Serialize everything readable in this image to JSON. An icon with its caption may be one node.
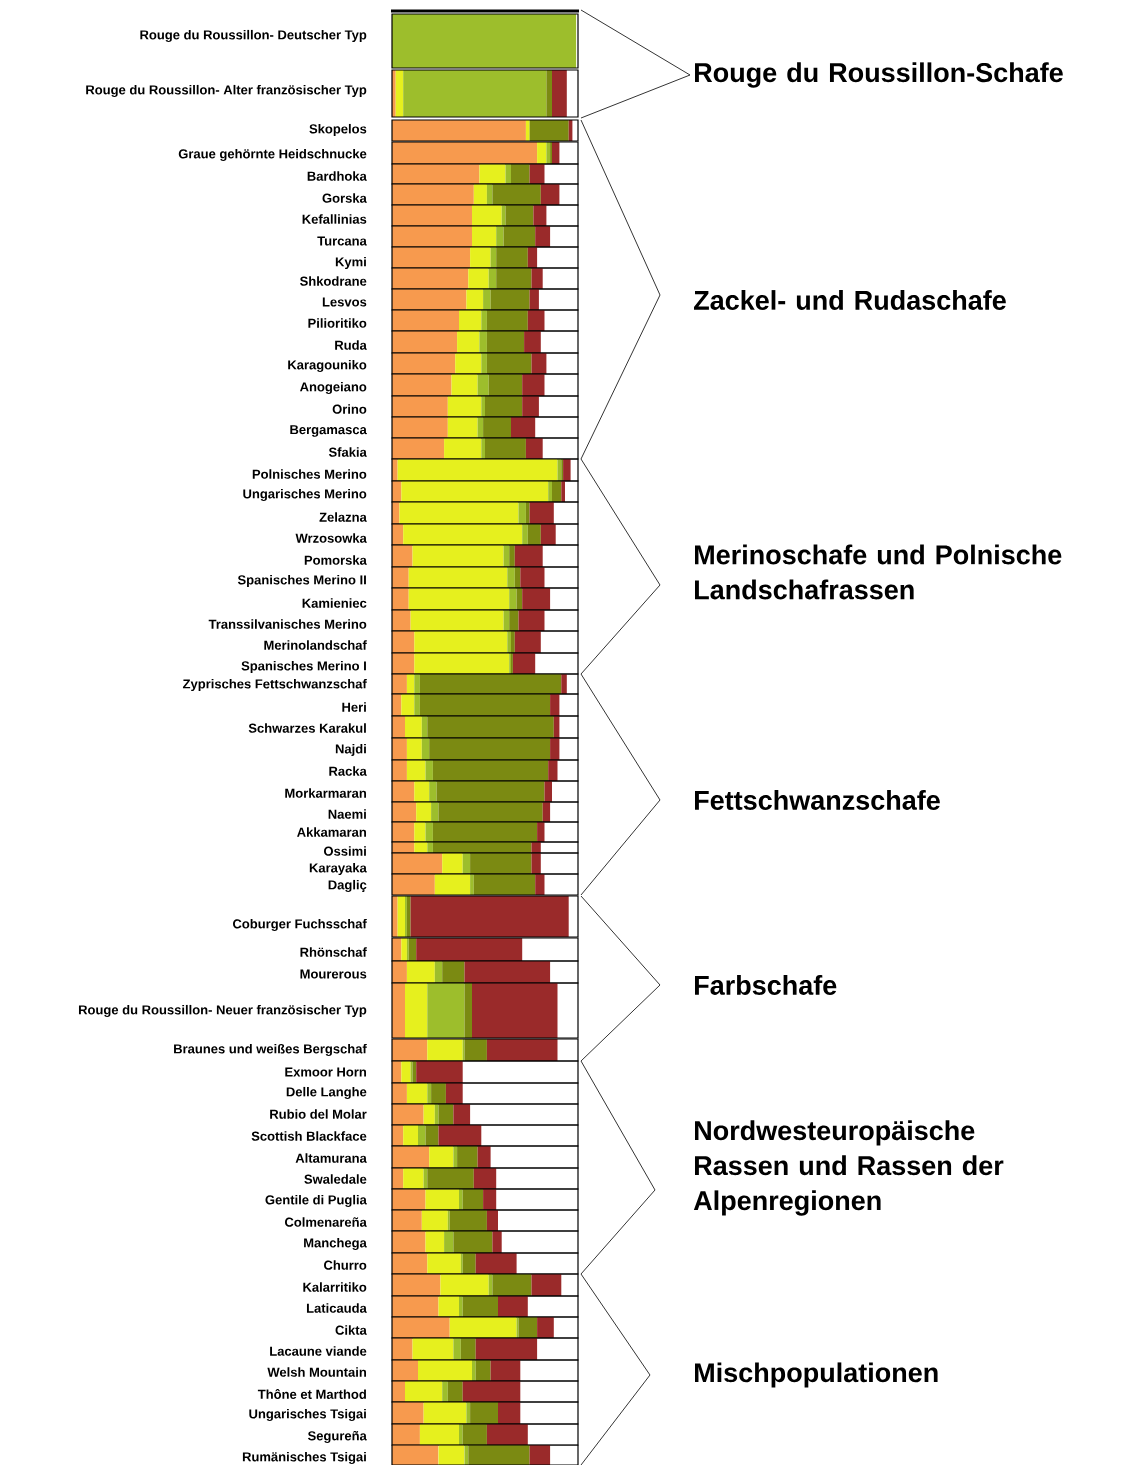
{
  "diagram": {
    "labels": [
      "Rouge du Roussillon- Deutscher Typ",
      "Rouge du Roussillon- Alter französischer Typ",
      "Skopelos",
      "Graue gehörnte Heidschnucke",
      "Bardhoka",
      "Gorska",
      "Kefallinias",
      "Turcana",
      "Kymi",
      "Shkodrane",
      "Lesvos",
      "Pilioritiko",
      "Ruda",
      "Karagouniko",
      "Anogeiano",
      "Orino",
      "Bergamasca",
      "Sfakia",
      "Polnisches Merino",
      "Ungarisches Merino",
      "Zelazna",
      "Wrzosowka",
      "Pomorska",
      "Spanisches Merino II",
      "Kamieniec",
      "Transsilvanisches Merino",
      "Merinolandschaf",
      "Spanisches Merino I",
      "Zyprisches Fettschwanzschaf",
      "Heri",
      "Schwarzes Karakul",
      "Najdi",
      "Racka",
      "Morkarmaran",
      "Naemi",
      "Akkamaran",
      "Ossimi",
      "Karayaka",
      "Dagliç",
      "Coburger Fuchsschaf",
      "Rhönschaf",
      "Mourerous",
      "Rouge du Roussillon- Neuer französischer Typ",
      "Braunes und weißes Bergschaf",
      "Exmoor Horn",
      "Delle Langhe",
      "Rubio del Molar",
      "Scottish Blackface",
      "Altamurana",
      "Swaledale",
      "Gentile di Puglia",
      "Colmenareña",
      "Manchega",
      "Churro",
      "Kalarritiko",
      "Laticauda",
      "Cikta",
      "Lacaune viande",
      "Welsh Mountain",
      "Thône et Marthod",
      "Ungarisches Tsigai",
      "Segureña",
      "Rumänisches Tsigai",
      "Rouge du Roussillon-Schafe",
      "Zackel- und Rudaschafe",
      "Merinoschafe und Polnische Landschafrassen",
      "Fettschwanzschafe",
      "Farbschafe",
      "Nordwesteuropäische Rassen und Rassen der Alpenregionen",
      "Mischpopulationen"
    ]
  }
}
